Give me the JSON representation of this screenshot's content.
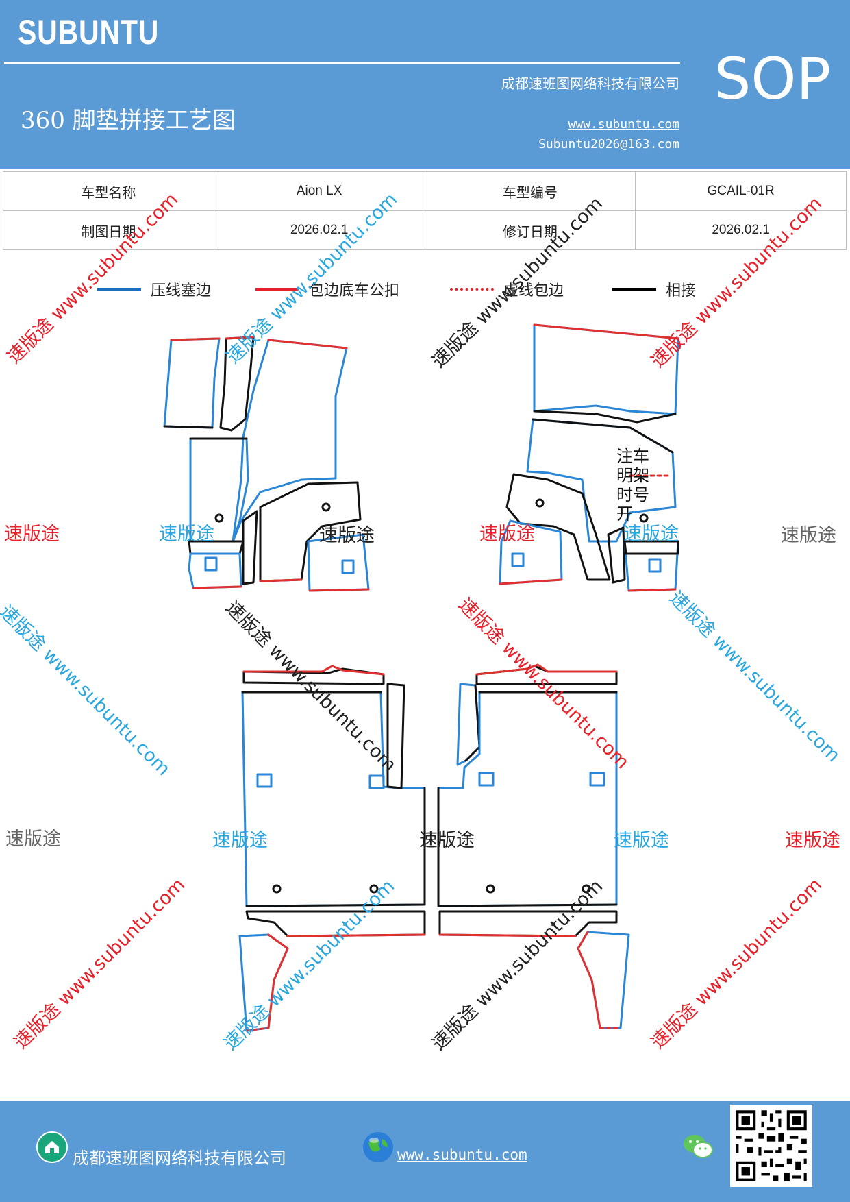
{
  "header": {
    "brand": "SUBUNTU",
    "sop": "SOP",
    "title": "360 脚垫拼接工艺图",
    "company": "成都速班图网络科技有限公司",
    "website": "www.subuntu.com",
    "email": "Subuntu2026@163.com"
  },
  "info_table": {
    "rows": [
      {
        "label1": "车型名称",
        "value1": "Aion LX",
        "label2": "车型编号",
        "value2": "GCAIL-01R"
      },
      {
        "label1": "制图日期",
        "value1": "2026.02.1",
        "label2": "修订日期",
        "value2": "2026.02.1"
      }
    ]
  },
  "legend": [
    {
      "label": "压线塞边",
      "color": "#1f6fbf",
      "style": "solid"
    },
    {
      "label": "包边底车公扣",
      "color": "#e8202a",
      "style": "solid"
    },
    {
      "label": "虚线包边",
      "color": "#e8202a",
      "style": "dotted"
    },
    {
      "label": "相接",
      "color": "#000000",
      "style": "solid"
    }
  ],
  "diagram": {
    "note_lines": [
      "注车",
      "明架",
      "时号",
      "开"
    ]
  },
  "watermark": {
    "brand": "速版途",
    "url": "www.subuntu.com"
  },
  "colors": {
    "header_bg": "#5b9bd5",
    "blue_edge": "#2b86d6",
    "red_edge": "#e03030",
    "black_edge": "#111111"
  },
  "footer": {
    "company": "成都速班图网络科技有限公司",
    "website": "www.subuntu.com",
    "icons": [
      "home-icon",
      "globe-icon",
      "wechat-icon",
      "qr-code"
    ]
  }
}
